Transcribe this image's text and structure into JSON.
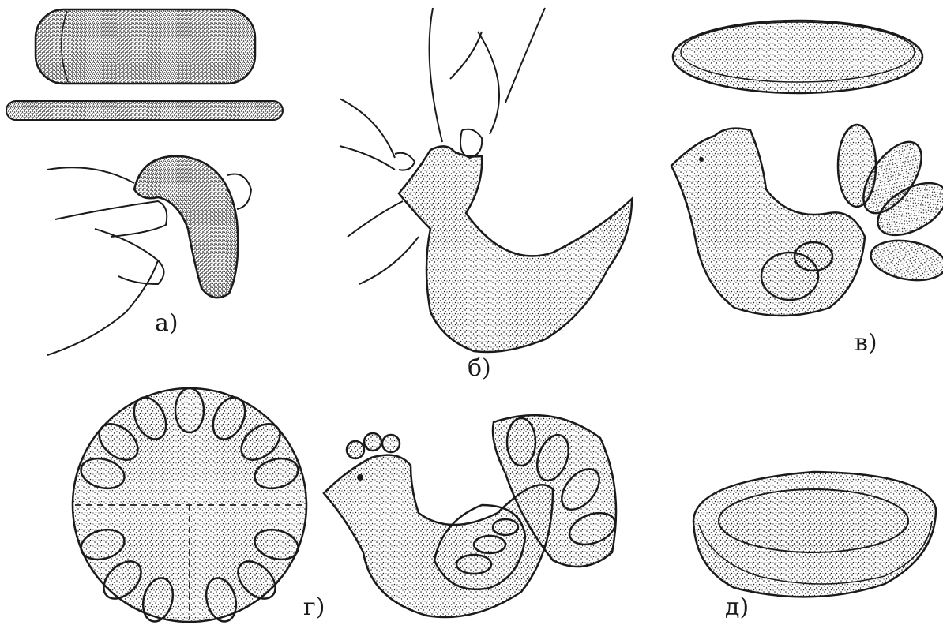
{
  "figure": {
    "labels": {
      "a": "а)",
      "b": "б)",
      "v": "в)",
      "g": "г)",
      "d": "д)"
    },
    "colors": {
      "ink": "#1a1a1a",
      "clay": "#5a5a5a",
      "paper": "#ffffff"
    }
  }
}
